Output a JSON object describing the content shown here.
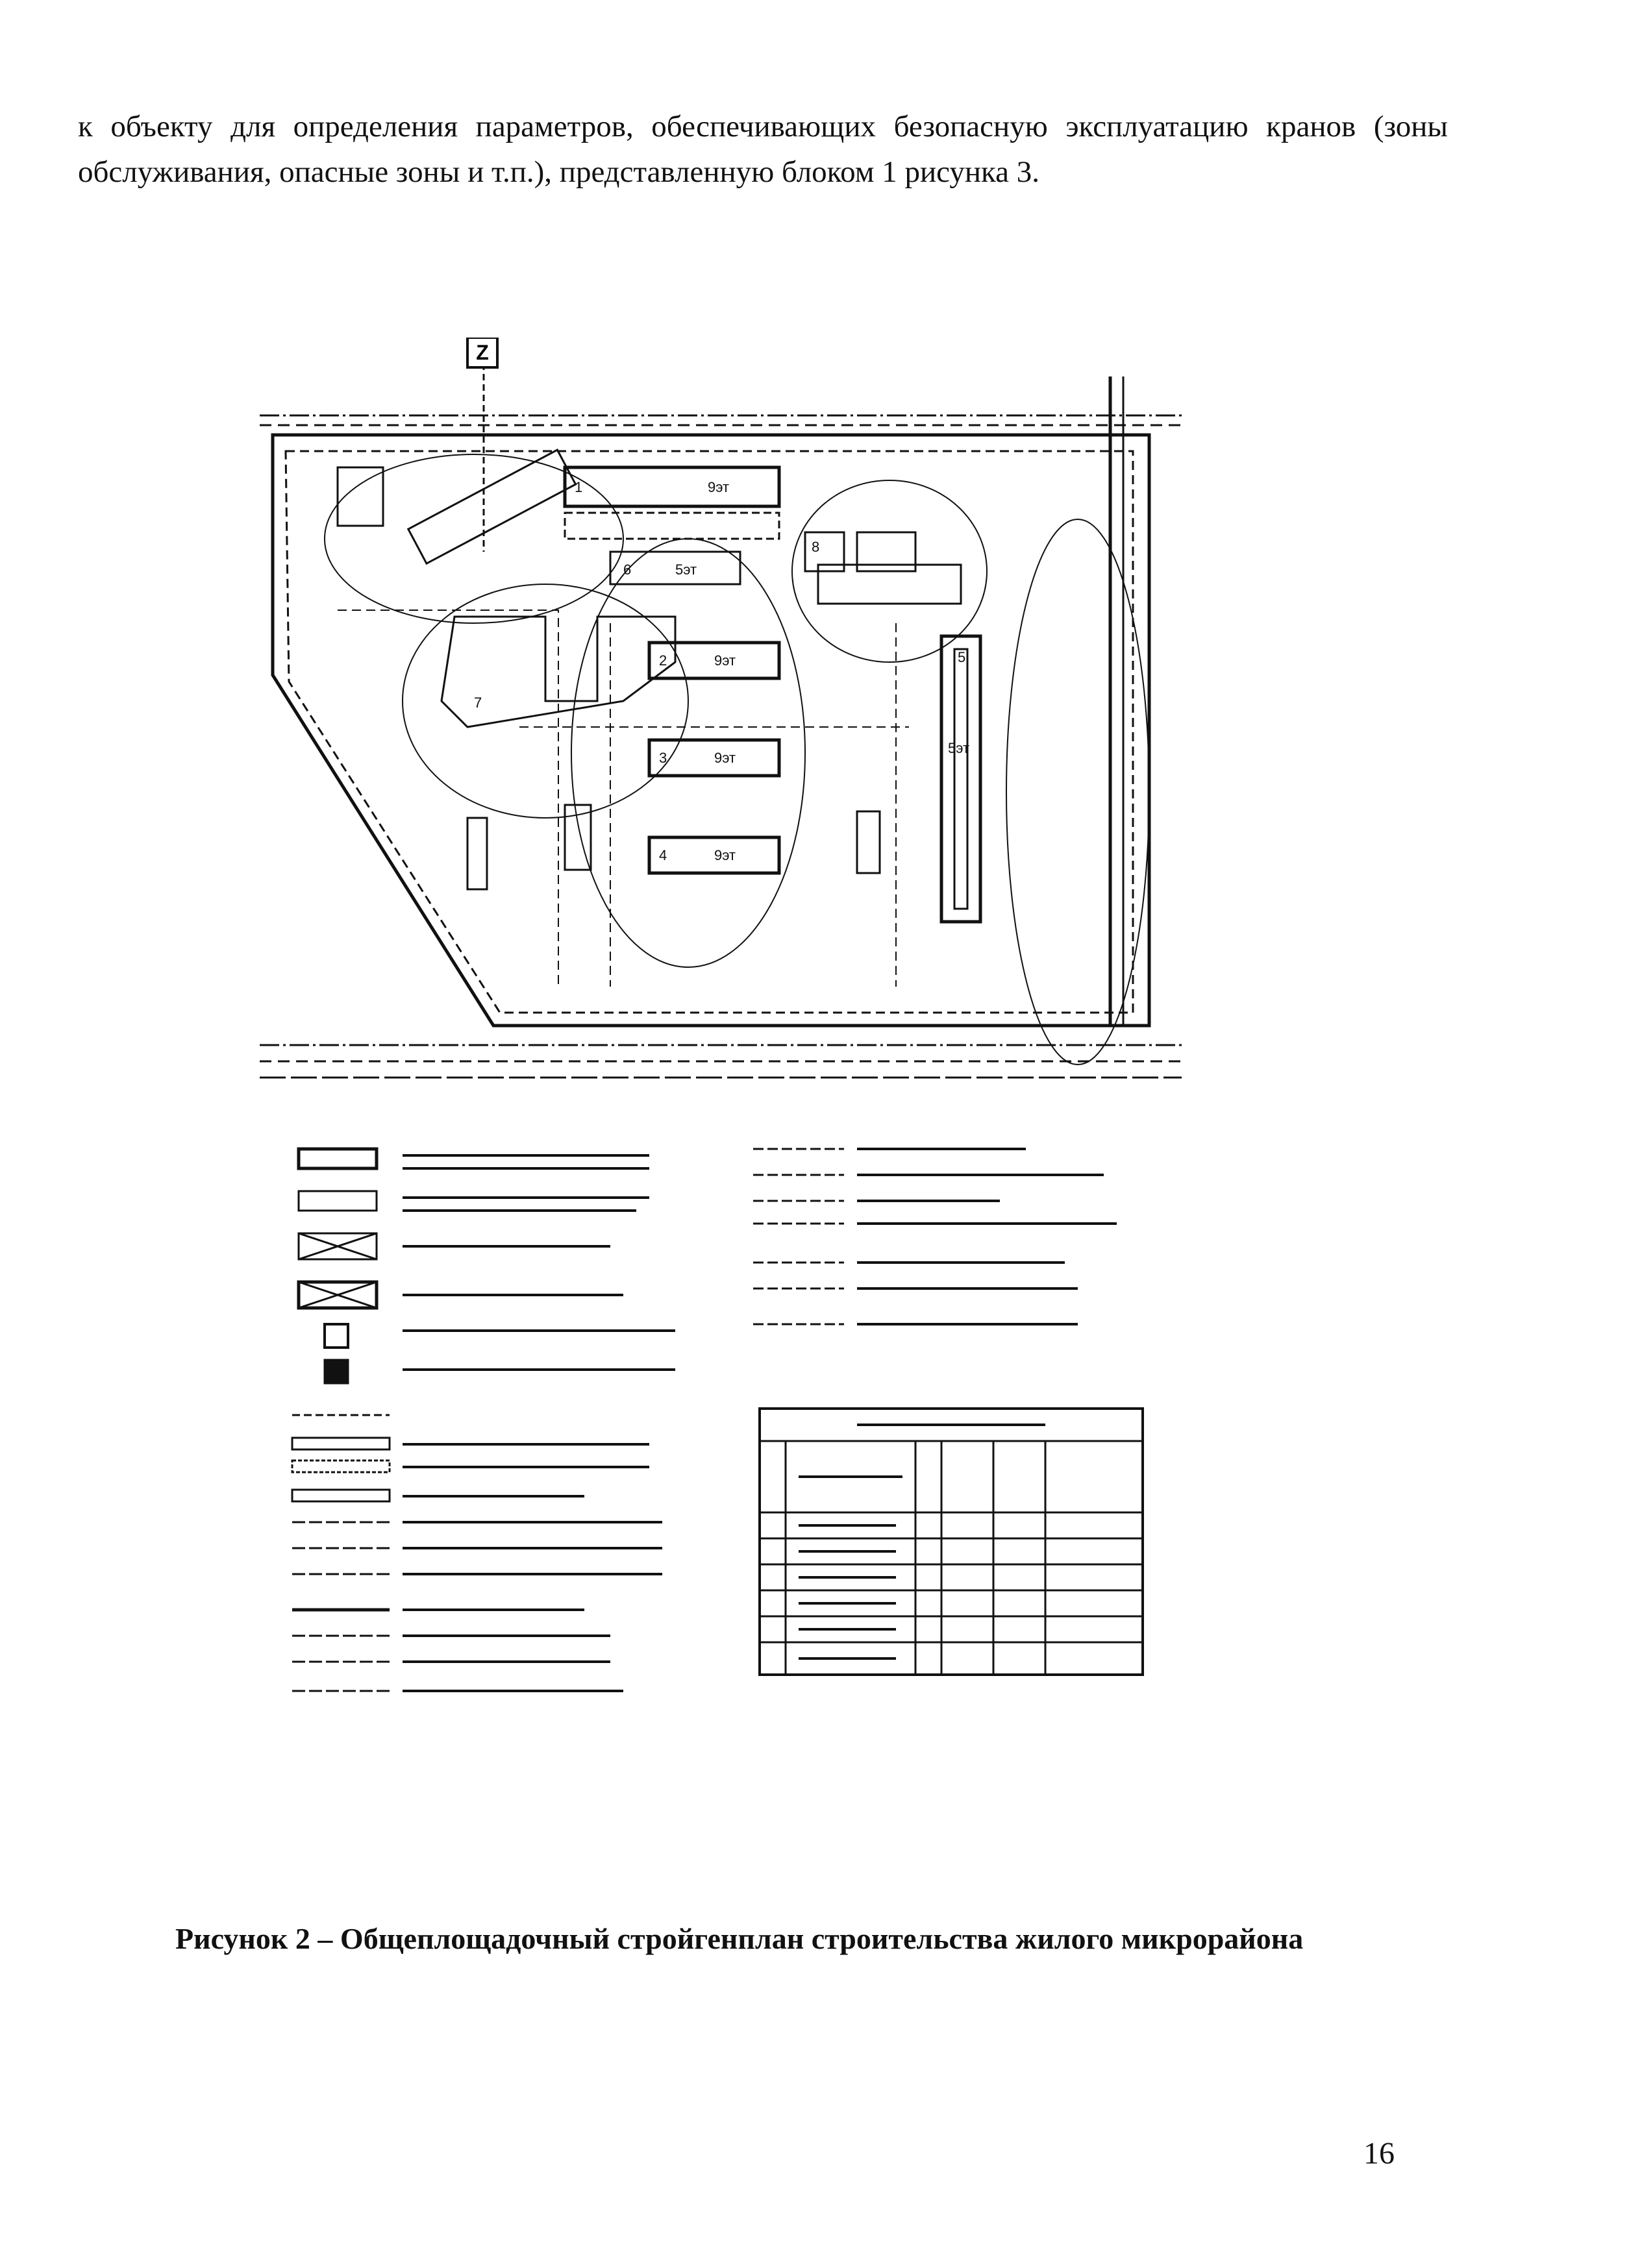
{
  "intro_text": "к объекту для определения параметров, обеспечивающих безопасную эксплуатацию кранов (зоны обслуживания, опасные зоны и т.п.), представленную блоком 1 рисунка 3.",
  "figure": {
    "transformer_symbol": "Z",
    "building_labels": [
      "1",
      "2",
      "3",
      "4",
      "5",
      "6",
      "7",
      "8"
    ],
    "building_storeys": [
      "9эт",
      "5эт"
    ]
  },
  "caption": "Рисунок 2 – Общеплощадочный стройгенплан строительства жилого микрорайона",
  "page_number": "16"
}
